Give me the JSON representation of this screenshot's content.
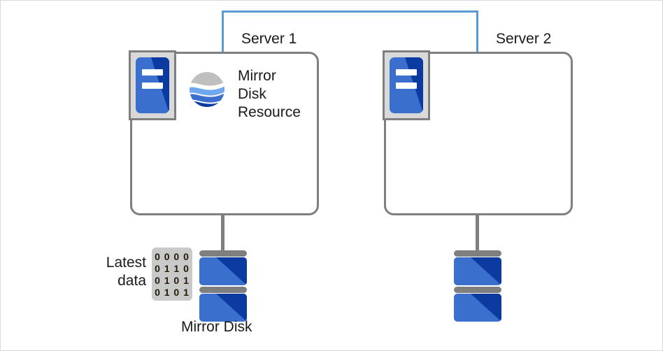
{
  "diagram": {
    "title": "Mirror Disk Resource on Server 1 with Mirror Disk holding latest data",
    "colors": {
      "interconnect": "#5b9bd5",
      "box_border": "#7f7f7f",
      "disk_light_blue": "#3a6fce",
      "disk_dark_blue": "#0b3aa0",
      "chip_background": "#c9c9c9",
      "machine_frame": "#d9d9d9",
      "text": "#1a1a1a",
      "page_border": "#d9d9d9"
    }
  },
  "servers": [
    {
      "label": "Server 1",
      "machine_icon": "server-machine-icon",
      "resource": {
        "icon": "mirror-disk-resource-globe-icon",
        "lines": [
          "Mirror",
          "Disk",
          "Resource"
        ]
      }
    },
    {
      "label": "Server 2",
      "machine_icon": "server-machine-icon",
      "resource": null
    }
  ],
  "interconnect": {
    "icon": "interconnect-line",
    "label": ""
  },
  "disks": [
    {
      "caption": "Mirror Disk",
      "icon": "disk-stack-icon",
      "annotation": {
        "label_lines": [
          "Latest",
          "data"
        ],
        "binary_rows": [
          "0 0 0 0",
          "0 1 1 0",
          "0 1 0 1",
          "0 1 0 1"
        ]
      }
    },
    {
      "caption": "",
      "icon": "disk-stack-icon",
      "annotation": null
    }
  ]
}
